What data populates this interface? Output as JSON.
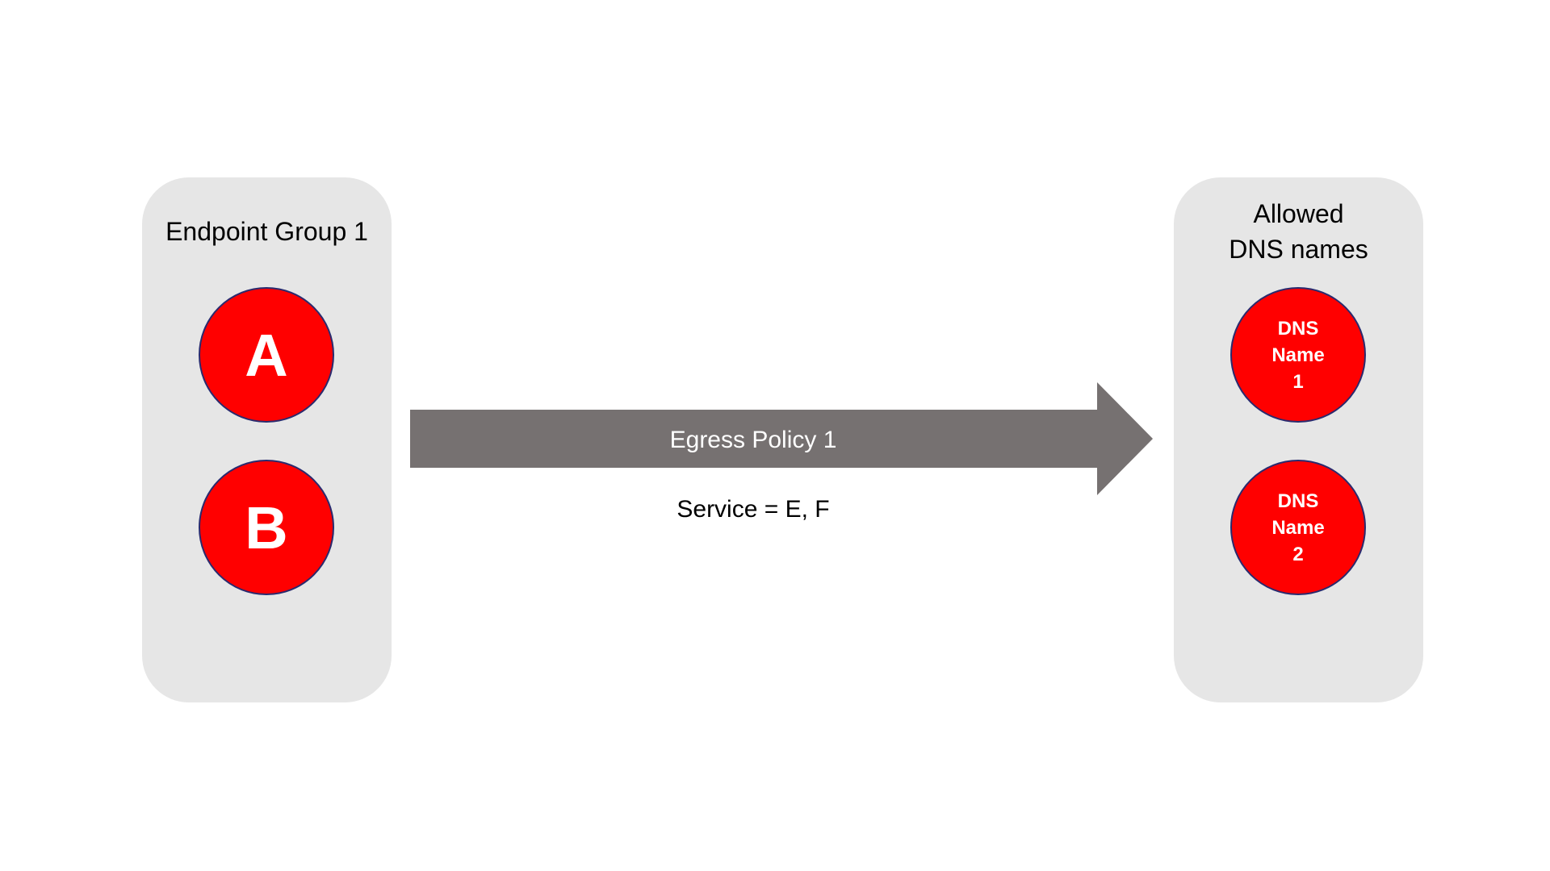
{
  "left_group": {
    "title": "Endpoint Group 1",
    "nodes": [
      "A",
      "B"
    ]
  },
  "right_group": {
    "title": "Allowed\nDNS names",
    "nodes": [
      "DNS\nName\n1",
      "DNS\nName\n2"
    ]
  },
  "arrow": {
    "label": "Egress Policy 1",
    "sublabel": "Service = E, F"
  },
  "colors": {
    "panel": "#e6e6e6",
    "node_fill": "#ff0000",
    "node_stroke": "#2a2a6e",
    "arrow": "#767171"
  }
}
